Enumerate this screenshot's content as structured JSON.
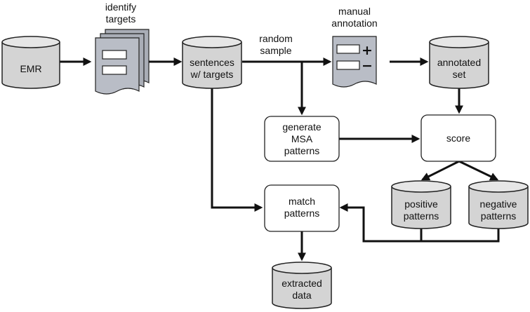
{
  "nodes": {
    "emr": "EMR",
    "identify_targets": [
      "identify",
      "targets"
    ],
    "sentences": [
      "sentences",
      "w/ targets"
    ],
    "random_sample": [
      "random",
      "sample"
    ],
    "manual_annotation": [
      "manual",
      "annotation"
    ],
    "annotated_set": [
      "annotated",
      "set"
    ],
    "generate_msa": [
      "generate",
      "MSA",
      "patterns"
    ],
    "score": "score",
    "match_patterns": [
      "match",
      "patterns"
    ],
    "positive_patterns": [
      "positive",
      "patterns"
    ],
    "negative_patterns": [
      "negative",
      "patterns"
    ],
    "extracted_data": [
      "extracted",
      "data"
    ]
  },
  "icons": {
    "plus": "+",
    "minus": "−"
  },
  "colors": {
    "cylinder": "#d4d4d4",
    "document": "#b0b4bd",
    "arrow": "#111111"
  }
}
